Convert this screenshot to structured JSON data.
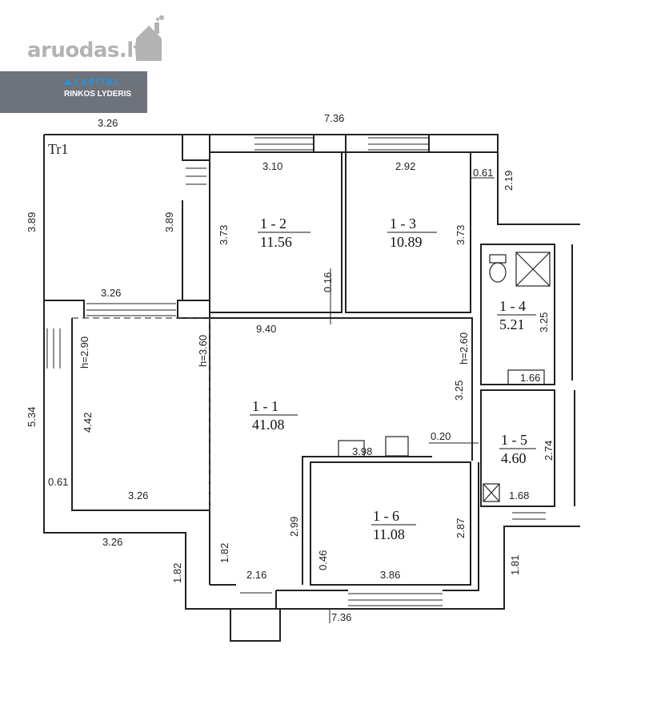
{
  "watermark": {
    "site": "aruodas",
    "tld": ".lt",
    "agency_brand": "CAPITAL",
    "agency_tagline": "RINKOS LYDERIS"
  },
  "plan": {
    "label": "Tr1",
    "rooms": [
      {
        "id": "1 - 1",
        "area": "41.08"
      },
      {
        "id": "1 - 2",
        "area": "11.56"
      },
      {
        "id": "1 - 3",
        "area": "10.89"
      },
      {
        "id": "1 - 4",
        "area": "5.21"
      },
      {
        "id": "1 - 5",
        "area": "4.60"
      },
      {
        "id": "1 - 6",
        "area": "11.08"
      }
    ],
    "heights": [
      "h=2.90",
      "h=3.60",
      "h=2.60"
    ],
    "dimensions": {
      "top_left": "3.26",
      "top_total": "7.36",
      "left_outer": "3.89",
      "terrace_inner": "3.89",
      "room2_width": "3.10",
      "room2_height": "3.73",
      "room3_width": "2.92",
      "room3_height": "3.73",
      "wall_top_right": "0.61",
      "right_step": "2.19",
      "terrace_bottom": "3.26",
      "wall_016": "0.16",
      "hall_width": "9.40",
      "room4_height": "3.25",
      "room4_bottom": "1.66",
      "left_lower_outer": "5.34",
      "living_height": "4.42",
      "hall_right_height": "3.25",
      "wall_061_lower": "0.61",
      "living_bottom": "3.26",
      "kitchen": "3.98",
      "wall_020": "0.20",
      "room5_height": "2.74",
      "room5_bottom": "1.68",
      "room6_left": "2.99",
      "room6_height": "2.87",
      "bottom_left": "3.26",
      "corridor_height": "1.82",
      "outer_bottom_left": "1.82",
      "wall_046": "0.46",
      "corridor_width": "2.16",
      "room6_width": "3.86",
      "bottom_right": "1.81",
      "bottom_total": "7.36"
    }
  }
}
